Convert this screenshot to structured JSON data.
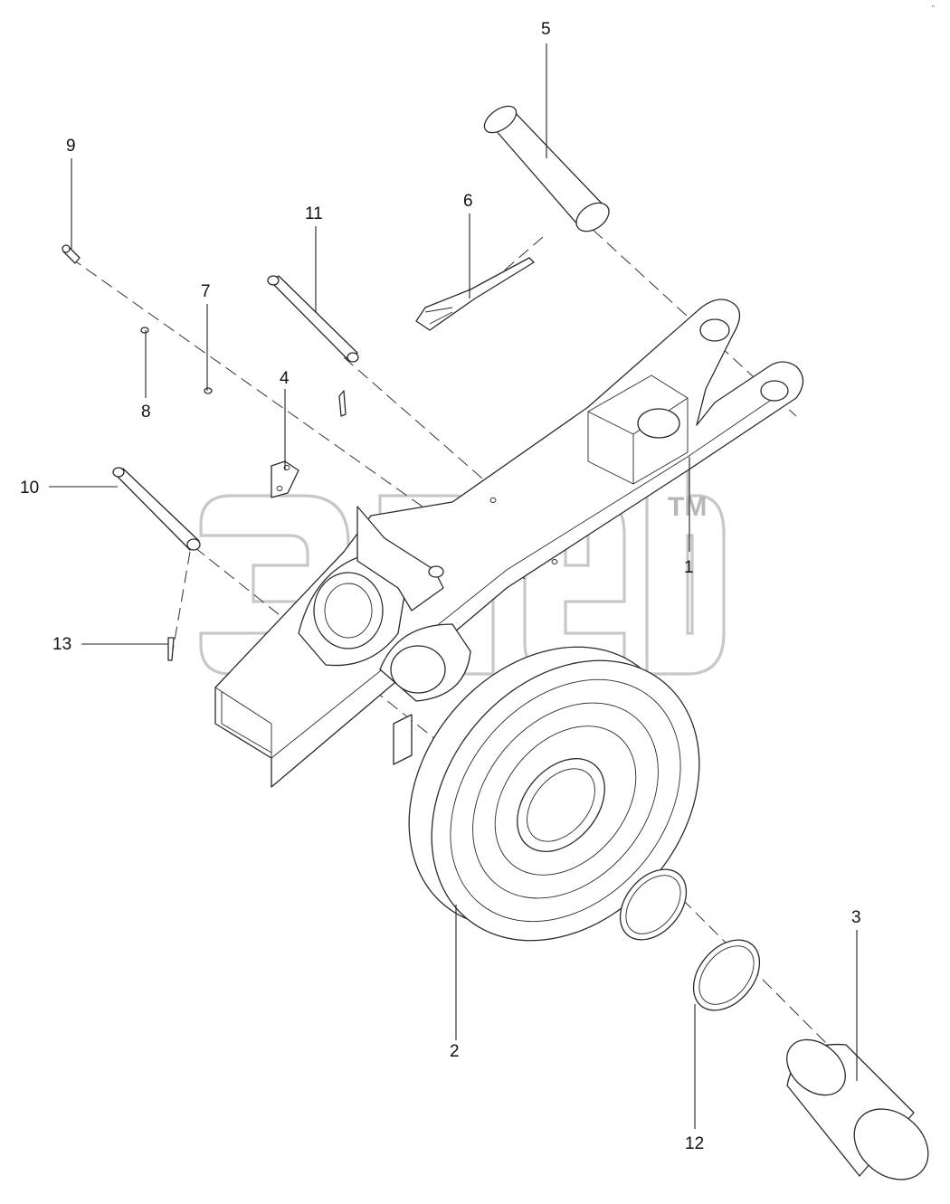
{
  "diagram": {
    "callouts": [
      "1",
      "2",
      "3",
      "4",
      "5",
      "6",
      "7",
      "8",
      "9",
      "10",
      "11",
      "12",
      "13"
    ],
    "corner_mark": "\"",
    "watermark_mark": "TM"
  }
}
